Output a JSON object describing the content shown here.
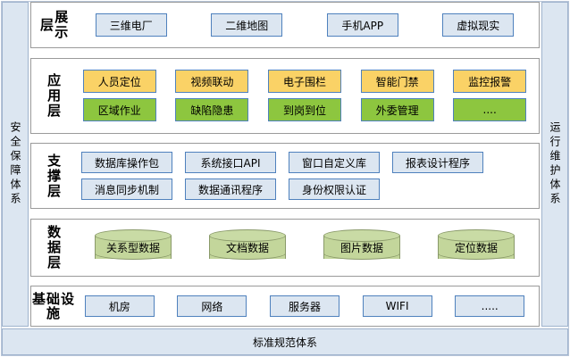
{
  "diagram": {
    "left_sidebar": {
      "label": "安全保障体系"
    },
    "right_sidebar": {
      "label": "运行维护体系"
    },
    "bottom_bar": {
      "label": "标准规范体系"
    },
    "layers": [
      {
        "id": "presentation",
        "label": "展示层",
        "style": "blue",
        "rows": [
          [
            "三维电厂",
            "二维地图",
            "手机APP",
            "虚拟现实"
          ]
        ]
      },
      {
        "id": "application",
        "label": "应用层",
        "rows": [
          [
            "人员定位",
            "视频联动",
            "电子围栏",
            "智能门禁",
            "监控报警"
          ],
          [
            "区域作业",
            "缺陷隐患",
            "到岗到位",
            "外委管理",
            "...."
          ]
        ],
        "row_styles": [
          "yellow",
          "green"
        ]
      },
      {
        "id": "support",
        "label": "支撑层",
        "style": "blue",
        "rows": [
          [
            "数据库操作包",
            "系统接口API",
            "窗口自定义库",
            "报表设计程序"
          ],
          [
            "消息同步机制",
            "数据通讯程序",
            "身份权限认证"
          ]
        ]
      },
      {
        "id": "data",
        "label": "数据层",
        "style": "cylinder",
        "rows": [
          [
            "关系型数据",
            "文档数据",
            "图片数据",
            "定位数据"
          ]
        ]
      },
      {
        "id": "infrastructure",
        "label": "基础设施",
        "style": "blue",
        "rows": [
          [
            "机房",
            "网络",
            "服务器",
            "WIFI",
            "....."
          ]
        ]
      }
    ]
  },
  "colors": {
    "sidebar_fill": "#dce6f1",
    "box_blue_fill": "#dce6f1",
    "box_blue_border": "#4f81bd",
    "box_yellow_fill": "#fad266",
    "box_green_fill": "#8dc63f",
    "cylinder_fill": "#c3d69b",
    "cylinder_border": "#8a9a6a",
    "panel_border": "#9a9a9a"
  }
}
